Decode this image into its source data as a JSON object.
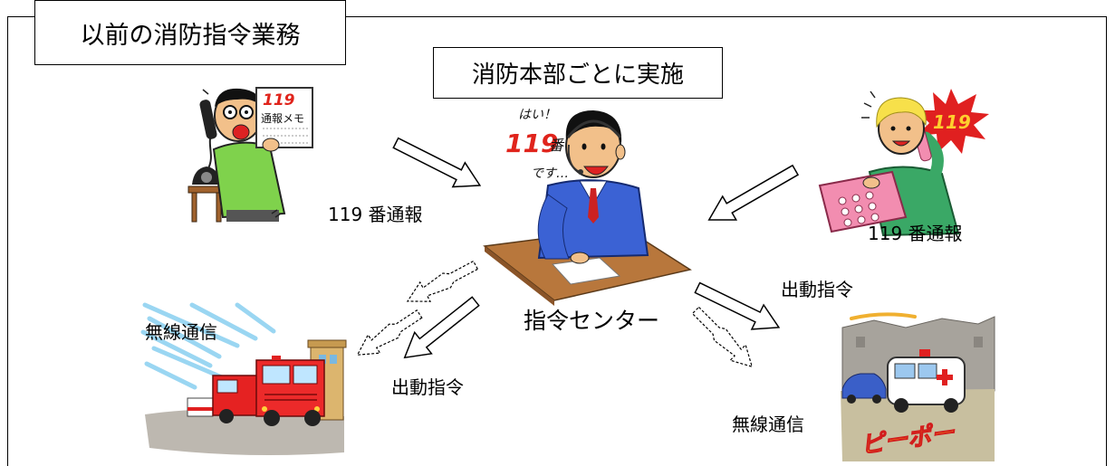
{
  "title": "以前の消防指令業務",
  "scope_label": "消防本部ごとに実施",
  "labels": {
    "call_left": "119 番通報",
    "call_right": "119 番通報",
    "dispatch_center": "指令センター",
    "dispatch_order_right": "出動指令",
    "dispatch_order_left": "出動指令",
    "radio_left": "無線通信",
    "radio_right": "無線通信"
  },
  "illustrations": {
    "memo_number": "119",
    "memo_title": "通報メモ",
    "operator_speech": {
      "greeting": "はい！",
      "number": "119",
      "counter": "番",
      "ending": "です…"
    },
    "phone_number": "119",
    "siren_sound": "ピーポー"
  }
}
